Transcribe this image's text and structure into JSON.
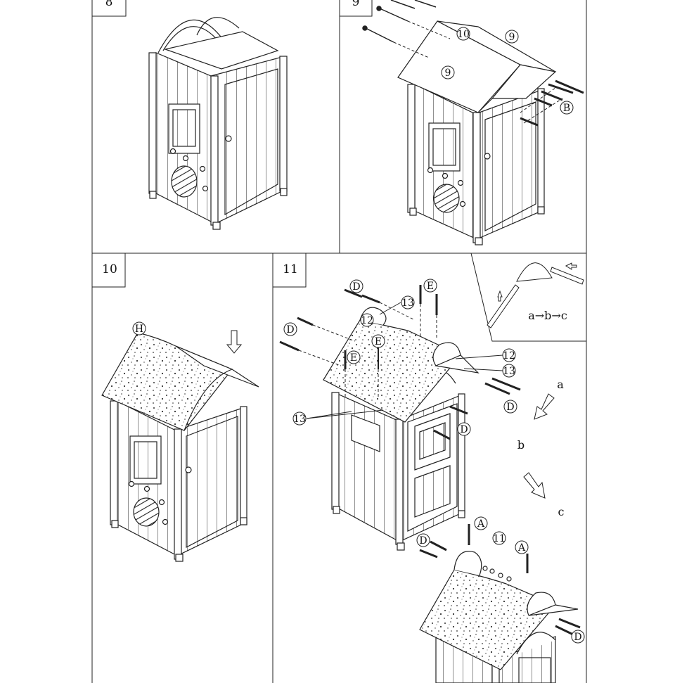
{
  "steps": {
    "s8": {
      "number": "8"
    },
    "s9": {
      "number": "9"
    },
    "s10": {
      "number": "10"
    },
    "s11": {
      "number": "11"
    }
  },
  "callouts": {
    "nine": "9",
    "ten": "10",
    "B": "B",
    "H": "H",
    "D": "D",
    "E": "E",
    "twelve": "12",
    "thirteen": "13",
    "eleven": "11",
    "A": "A"
  },
  "inset": {
    "sequence": "a→b→c"
  },
  "substeps": {
    "a": "a",
    "b": "b",
    "c": "c"
  }
}
